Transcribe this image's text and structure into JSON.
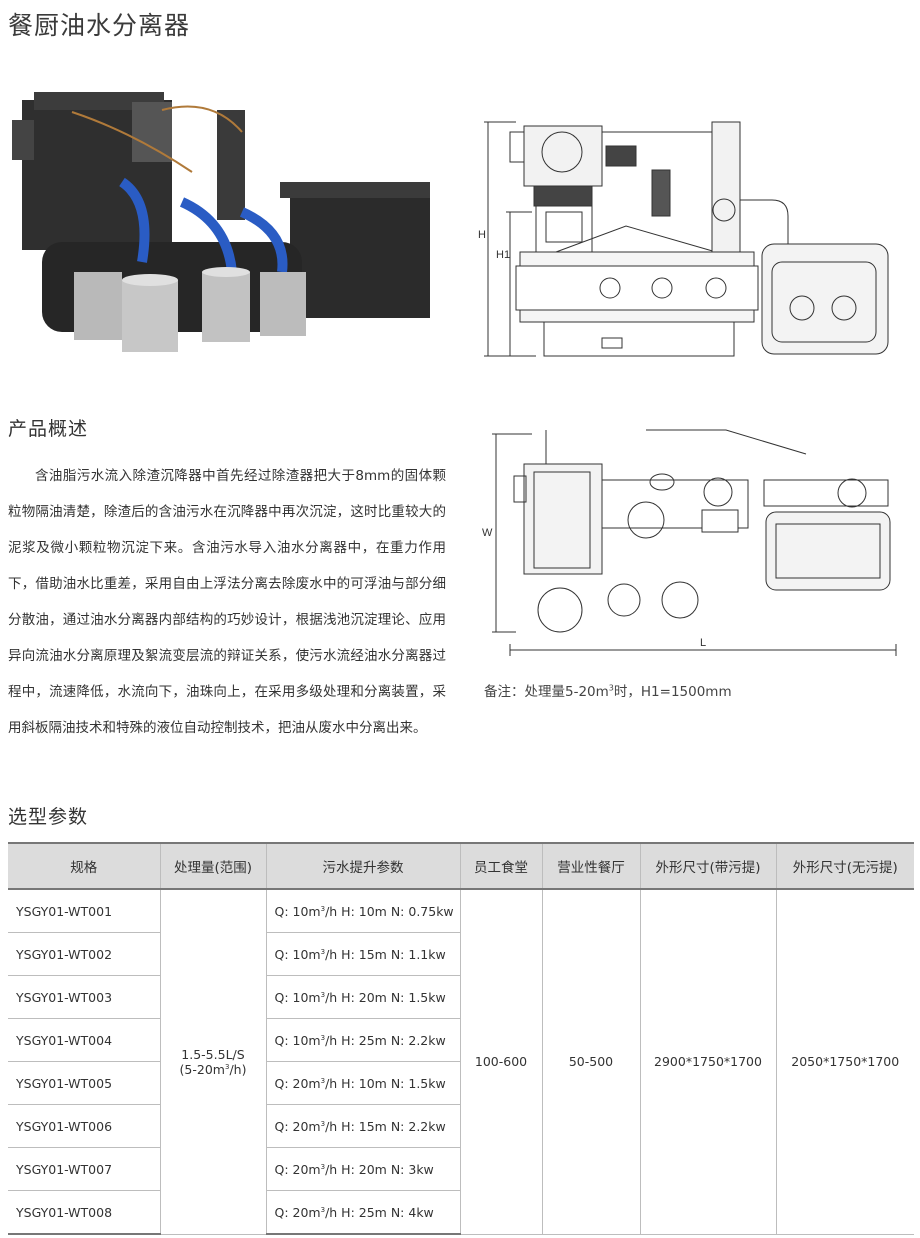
{
  "title": "餐厨油水分离器",
  "overview": {
    "heading": "产品概述",
    "paragraph": "含油脂污水流入除渣沉降器中首先经过除渣器把大于8mm的固体颗粒物隔油清楚，除渣后的含油污水在沉降器中再次沉淀，这时比重较大的泥浆及微小颗粒物沉淀下来。含油污水导入油水分离器中，在重力作用下，借助油水比重差，采用自由上浮法分离去除废水中的可浮油与部分细分散油，通过油水分离器内部结构的巧妙设计，根据浅池沉淀理论、应用异向流油水分离原理及絮流变层流的辩证关系，使污水流经油水分离器过程中，流速降低，水流向下，油珠向上，在采用多级处理和分离装置，采用斜板隔油技术和特殊的液位自动控制技术，把油从废水中分离出来。"
  },
  "diagram": {
    "labels": {
      "h": "H",
      "h1": "H1",
      "w": "W",
      "l": "L"
    },
    "note_prefix": "备注：处理量5-20m",
    "note_sup": "3",
    "note_suffix": "时，H1=1500mm"
  },
  "params": {
    "heading": "选型参数",
    "headers": [
      "规格",
      "处理量(范围)",
      "污水提升参数",
      "员工食堂",
      "营业性餐厅",
      "外形尺寸(带污提)",
      "外形尺寸(无污提)"
    ],
    "rows": [
      {
        "model": "YSGY01-WT001",
        "q": "Q: 10m",
        "rest": "/h H: 10m N: 0.75kw"
      },
      {
        "model": "YSGY01-WT002",
        "q": "Q: 10m",
        "rest": "/h H: 15m N: 1.1kw"
      },
      {
        "model": "YSGY01-WT003",
        "q": "Q: 10m",
        "rest": "/h H: 20m N: 1.5kw"
      },
      {
        "model": "YSGY01-WT004",
        "q": "Q: 10m",
        "rest": "/h H: 25m N: 2.2kw"
      },
      {
        "model": "YSGY01-WT005",
        "q": "Q: 20m",
        "rest": "/h H: 10m N: 1.5kw"
      },
      {
        "model": "YSGY01-WT006",
        "q": "Q: 20m",
        "rest": "/h H: 15m N: 2.2kw"
      },
      {
        "model": "YSGY01-WT007",
        "q": "Q: 20m",
        "rest": "/h H: 20m N: 3kw"
      },
      {
        "model": "YSGY01-WT008",
        "q": "Q: 20m",
        "rest": "/h H: 25m N: 4kw"
      }
    ],
    "sup": "3",
    "capacity_line1": "1.5-5.5L/S",
    "capacity_line2_prefix": "(5-20m",
    "capacity_line2_suffix": "/h)",
    "staff_canteen": "100-600",
    "restaurant": "50-500",
    "size_with_lift": "2900*1750*1700",
    "size_without_lift": "2050*1750*1700"
  }
}
